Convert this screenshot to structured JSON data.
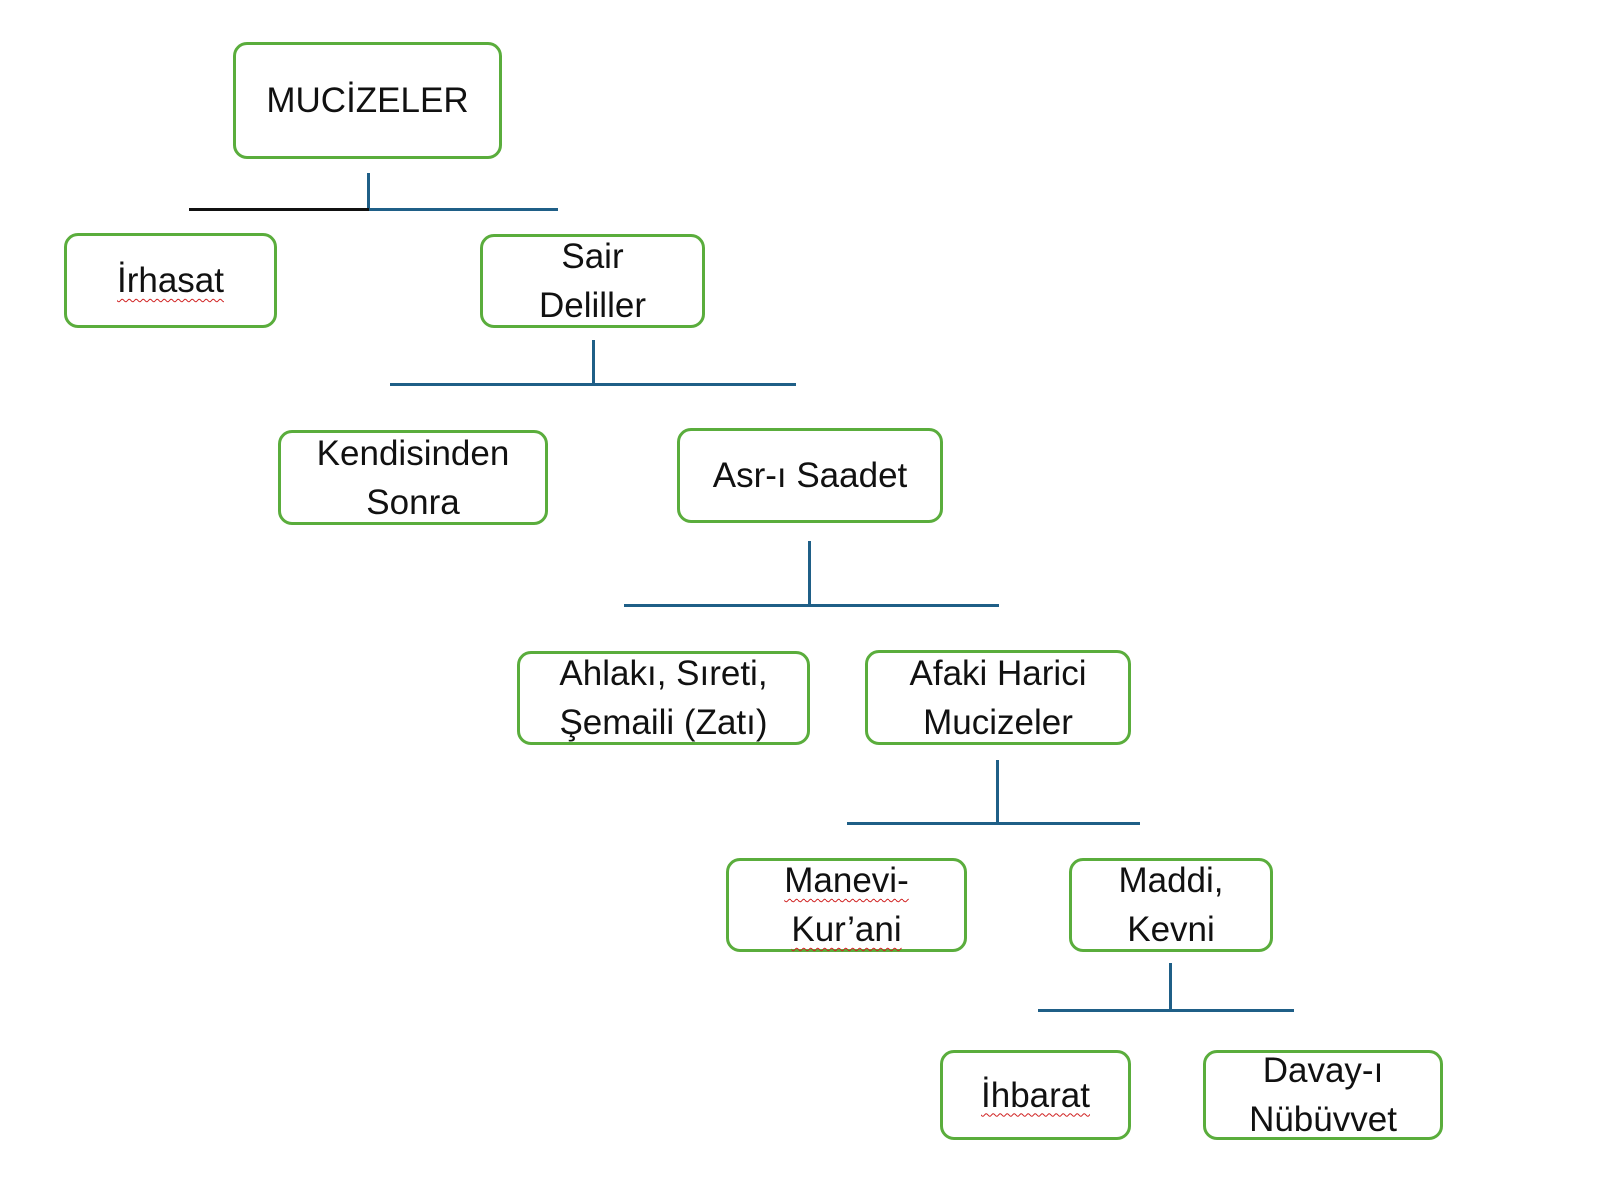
{
  "diagram": {
    "root": "MUCİZELER",
    "level1": {
      "left": "İrhasat",
      "right": "Sair\nDeliller"
    },
    "level2": {
      "left": "Kendisinden\nSonra",
      "right": "Asr-ı Saadet"
    },
    "level3": {
      "left": "Ahlakı, Sıreti,\nŞemaili (Zatı)",
      "right": "Afaki Harici\nMucizeler"
    },
    "level4": {
      "left": "Manevi-\nKur’ani",
      "right": "Maddi,\nKevni"
    },
    "level5": {
      "left": "İhbarat",
      "right": "Davay-ı\nNübüvvet"
    }
  },
  "colors": {
    "node_border": "#5aad3c",
    "connector": "#1f5f87",
    "spellcheck_underline": "#d02020"
  }
}
